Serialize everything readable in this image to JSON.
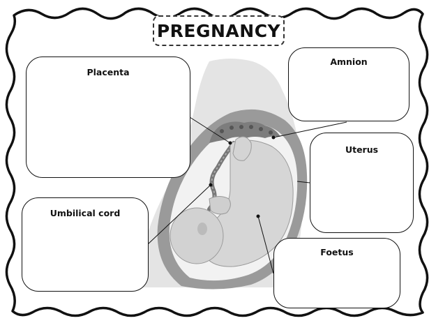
{
  "title": "PREGNANCY",
  "labels": {
    "placenta": "Placenta",
    "amnion": "Amnion",
    "uterus": "Uterus",
    "umbilical_cord": "Umbilical cord",
    "foetus": "Foetus"
  },
  "colors": {
    "ink": "#111111",
    "silhouette": "#e6e6e6",
    "uterus_wall": "#8a8a8a",
    "foetus_skin": "#d9d9d9"
  },
  "icons": {
    "border": "wavy-border",
    "illustration": "foetus-in-uterus-illustration"
  }
}
